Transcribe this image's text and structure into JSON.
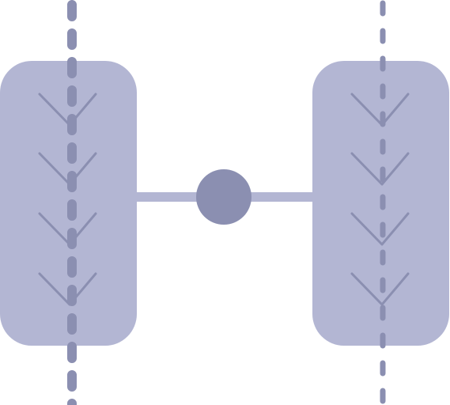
{
  "icon": {
    "name": "wheel-alignment-icon",
    "colors": {
      "tire": "#b3b6d3",
      "hub": "#8b8fb1",
      "axle_line": "#b3b6d3",
      "chevron": "#8b8fb1",
      "guide_line": "#8b8fb1",
      "background": "#ffffff"
    },
    "parts": {
      "left_tire": "left-tire-shape",
      "right_tire": "right-tire-shape",
      "axle": "axle-bar",
      "hub": "center-hub-circle",
      "guides": "alignment-guide-lines",
      "tread": "tread-chevrons"
    }
  }
}
